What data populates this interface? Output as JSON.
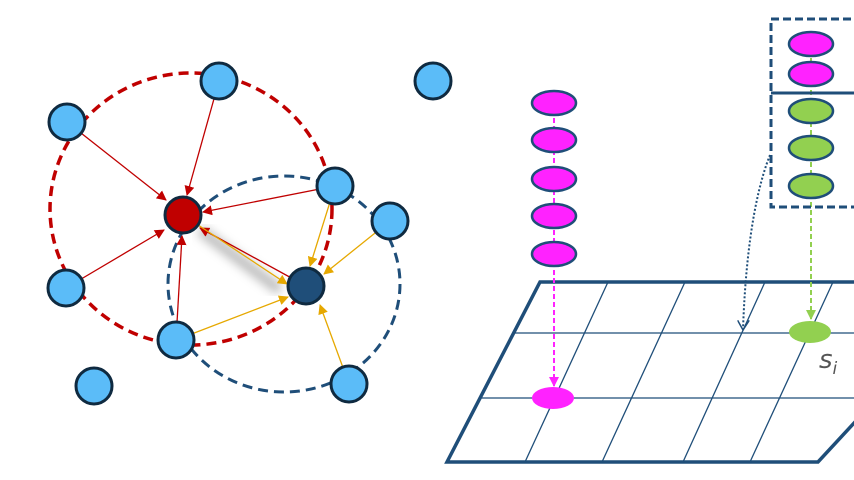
{
  "labels": {
    "cell_label": "s",
    "cell_subscript": "i"
  },
  "colors": {
    "node_fill": "#5bbcf8",
    "node_stroke": "#0f2a40",
    "center_red": "#c00000",
    "center_blue": "#1f4e79",
    "red_edge": "#c00000",
    "yellow_edge": "#e6a800",
    "blue_dash": "#1f4e79",
    "magenta": "#ff22ff",
    "green": "#92d050",
    "grid": "#1f4e79"
  },
  "graph": {
    "node_count": 11,
    "red_neighbor_count": 6,
    "blue_neighbor_count": 5
  },
  "features": {
    "magenta_column_count": 5,
    "box_magenta_count": 2,
    "box_green_count": 3
  }
}
